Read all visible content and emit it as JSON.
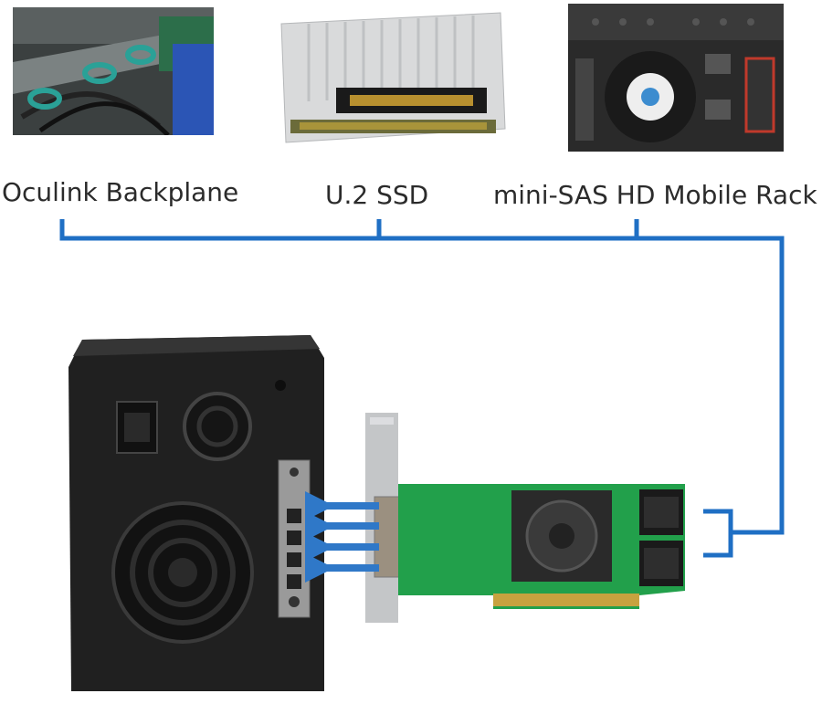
{
  "diagram": {
    "targets": [
      {
        "label": "Oculink Backplane",
        "icon": "oculink-backplane-photo"
      },
      {
        "label": "U.2 SSD",
        "icon": "u2-ssd-photo"
      },
      {
        "label": "mini-SAS HD Mobile Rack",
        "icon": "mobile-rack-photo"
      }
    ],
    "connector_color": "#1f6fc4",
    "enclosure": {
      "icon": "external-enclosure-photo"
    },
    "card": {
      "icon": "pcie-host-card-photo"
    },
    "arrows": {
      "count": 4,
      "color": "#2f78c8"
    }
  }
}
